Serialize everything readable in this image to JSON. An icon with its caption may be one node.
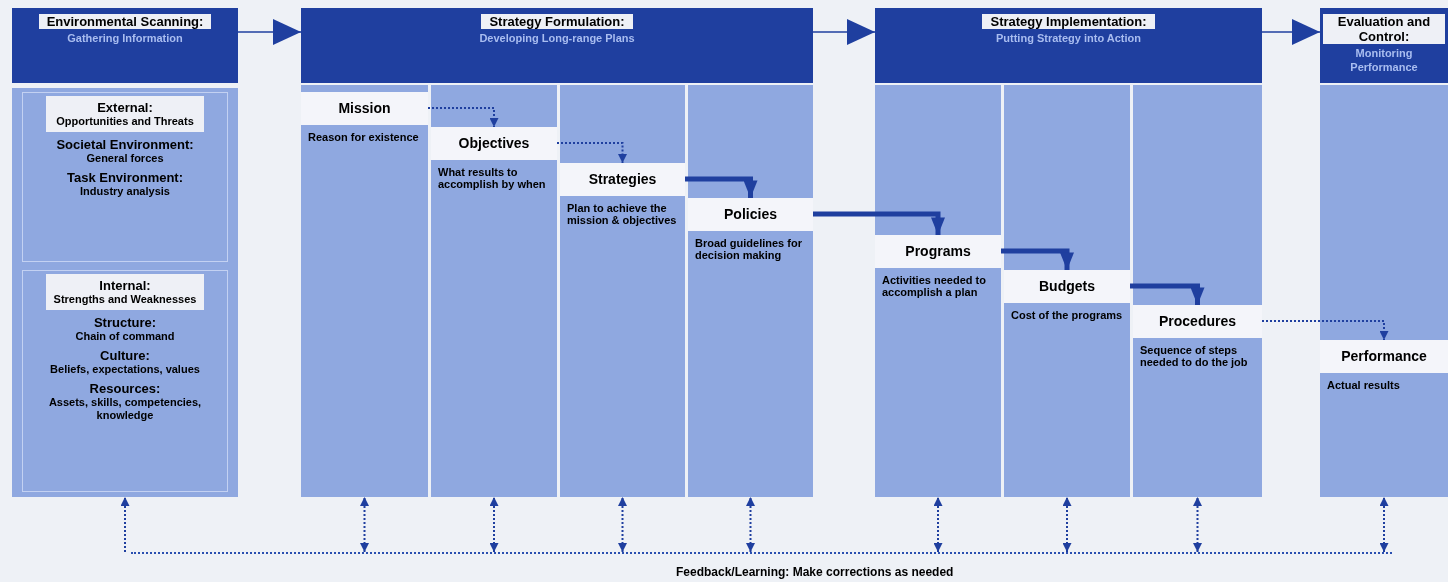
{
  "diagram": {
    "nodes": [
      {
        "text": [
          "Environmental Scanning:",
          "Gathering Information"
        ]
      },
      {
        "text": [],
        "shape": "box"
      },
      {
        "text": [
          "External:",
          "Opportunities and Threats",
          "Societal Environment:",
          "General forces",
          "Task Environment:",
          "Industry analysis"
        ],
        "in": 1
      },
      {
        "text": [
          "Internal:",
          "Strengths and Weaknesses",
          "Structure:",
          "Chain of command",
          "Culture:",
          "Beliefs, expectations, values",
          "Resources:",
          "Assets, skills, competencies, knowledge"
        ],
        "in": 1
      },
      {
        "text": [
          "Strategy Formulation:",
          "Developing Long-range Plans"
        ]
      },
      {
        "text": [
          "Mission",
          "Reason for existence"
        ]
      },
      {
        "text": [
          "Objectives",
          "What results to accomplish by when"
        ]
      },
      {
        "text": [
          "Strategies",
          "Plan to achieve the mission & objectives"
        ]
      },
      {
        "text": [
          "Policies",
          "Broad guidelines for decision making"
        ]
      },
      {
        "text": [
          "Strategy Implementation:",
          "Putting Strategy into Action"
        ]
      },
      {
        "text": [
          "Programs",
          "Activities needed to accomplish a plan"
        ]
      },
      {
        "text": [
          "Budgets",
          "Cost of the programs"
        ]
      },
      {
        "text": [
          "Procedures",
          "Sequence of steps needed to do the job"
        ]
      },
      {
        "text": [
          "Evaluation and Control:",
          "Monitoring Performance"
        ]
      },
      {
        "text": [
          "Performance",
          "Actual results"
        ]
      },
      {
        "text": [
          "Feedback/Learning: Make corrections as needed"
        ]
      }
    ],
    "edges": [
      {
        "from": 0,
        "to": 4,
        "arrow": "to"
      },
      {
        "from": 4,
        "to": 9,
        "arrow": "to"
      },
      {
        "from": 9,
        "to": 13,
        "arrow": "to"
      },
      {
        "from": 5,
        "to": 6,
        "arrow": "to",
        "style": "dashed"
      },
      {
        "from": 6,
        "to": 7,
        "arrow": "to",
        "style": "dashed"
      },
      {
        "from": 7,
        "to": 8,
        "arrow": "to",
        "style": "thick"
      },
      {
        "from": 8,
        "to": 10,
        "arrow": "to",
        "style": "thick"
      },
      {
        "from": 10,
        "to": 11,
        "arrow": "to",
        "style": "thick"
      },
      {
        "from": 11,
        "to": 12,
        "arrow": "to",
        "style": "thick"
      },
      {
        "from": 12,
        "to": 14,
        "arrow": "to",
        "style": "dashed"
      },
      {
        "from": 15,
        "to": 1,
        "arrow": "to",
        "style": "dashed"
      },
      {
        "from": 15,
        "to": 5,
        "arrow": "both",
        "style": "dashed"
      },
      {
        "from": 15,
        "to": 6,
        "arrow": "both",
        "style": "dashed"
      },
      {
        "from": 15,
        "to": 7,
        "arrow": "both",
        "style": "dashed"
      },
      {
        "from": 15,
        "to": 8,
        "arrow": "both",
        "style": "dashed"
      },
      {
        "from": 15,
        "to": 10,
        "arrow": "both",
        "style": "dashed"
      },
      {
        "from": 15,
        "to": 11,
        "arrow": "both",
        "style": "dashed"
      },
      {
        "from": 15,
        "to": 12,
        "arrow": "both",
        "style": "dashed"
      },
      {
        "from": 15,
        "to": 14,
        "arrow": "both",
        "style": "dashed"
      }
    ]
  }
}
